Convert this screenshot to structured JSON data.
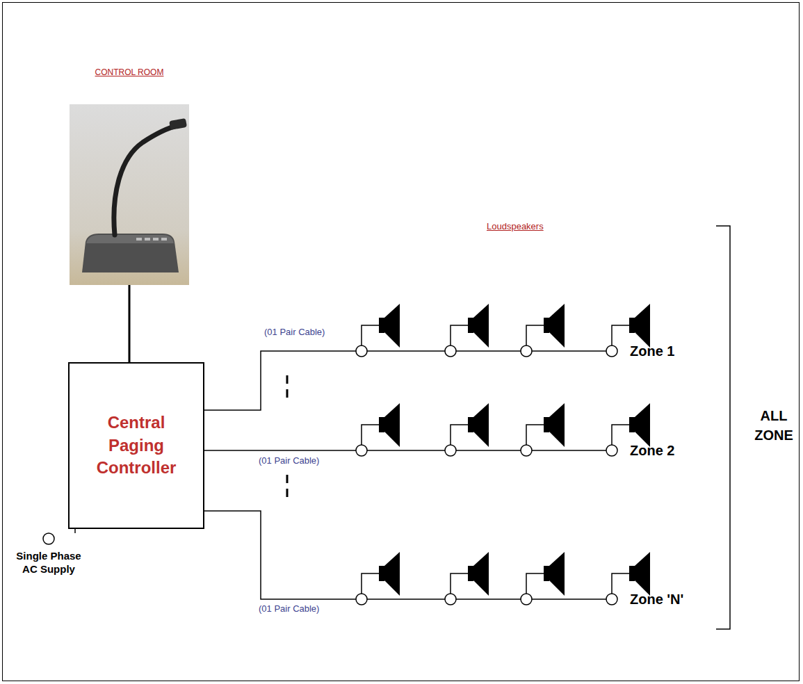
{
  "diagram": {
    "nodes": [
      {
        "text": [
          "CONTROL ROOM"
        ]
      },
      {
        "text": [
          "Central Paging Controller"
        ]
      },
      {
        "text": [
          "Single Phase AC Supply"
        ]
      }
    ],
    "edges": [
      {
        "from": 0,
        "to": 1,
        "arrow": "none"
      },
      {
        "from": 2,
        "to": 1,
        "arrow": "none"
      }
    ],
    "labels": [
      "Loudspeakers",
      "(01 Pair Cable)",
      "(01 Pair Cable)",
      "(01 Pair Cable)",
      "Zone 1",
      "Zone 2",
      "Zone 'N'",
      "ALL ZONE"
    ]
  }
}
